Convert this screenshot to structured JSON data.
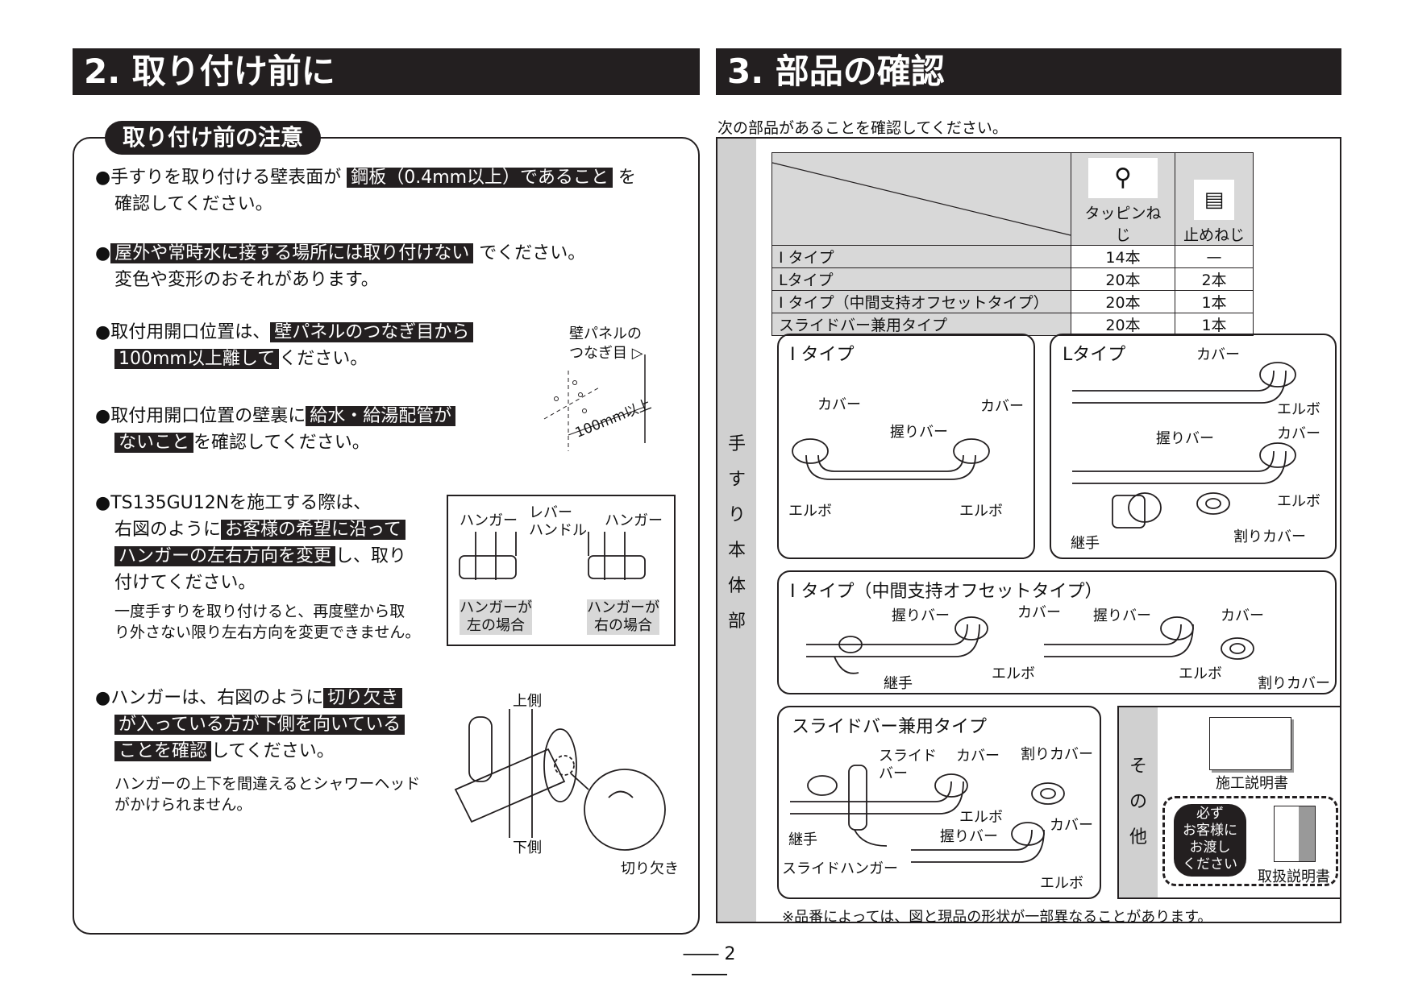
{
  "left": {
    "section_title": "2. 取り付け前に",
    "notice_tab": "取り付け前の注意",
    "b1": {
      "t1": "●手すりを取り付ける壁表面が",
      "hl": "鋼板（0.4mm以上）であること",
      "t2": "を",
      "t3": "確認してください。"
    },
    "b2": {
      "hl": "屋外や常時水に接する場所には取り付けない",
      "t1": "でください。",
      "t2": "変色や変形のおそれがあります。"
    },
    "b3": {
      "t1": "●取付用開口位置は、",
      "hl1": "壁パネルのつなぎ目から",
      "hl2": "100mm以上離して",
      "t2": "ください。",
      "fig_label1": "壁パネルの",
      "fig_label2": "つなぎ目",
      "fig_dim": "100mm以上"
    },
    "b4": {
      "t1": "●取付用開口位置の壁裏に",
      "hl1": "給水・給湯配管が",
      "hl2": "ないこと",
      "t2": "を確認してください。"
    },
    "b5": {
      "t1": "●TS135GU12Nを施工する際は、",
      "t2": "右図のように",
      "hl1": "お客様の希望に沿って",
      "hl2": "ハンガーの左右方向を変更",
      "t3": "し、取り",
      "t4": "付けてください。",
      "note1": "一度手すりを取り付けると、再度壁から取",
      "note2": "り外さない限り左右方向を変更できません。",
      "fig": {
        "hanger": "ハンガー",
        "lever1": "レバー",
        "lever2": "ハンドル",
        "cap_l1": "ハンガーが",
        "cap_l2": "左の場合",
        "cap_r1": "ハンガーが",
        "cap_r2": "右の場合"
      }
    },
    "b6": {
      "t1": "●ハンガーは、右図のように",
      "hl1": "切り欠き",
      "hl2": "が入っている方が下側を向いている",
      "hl3": "ことを確認",
      "t2": "してください。",
      "note1": "ハンガーの上下を間違えるとシャワーヘッド",
      "note2": "がかけられません。",
      "fig": {
        "top": "上側",
        "bottom": "下側",
        "notch": "切り欠き"
      }
    }
  },
  "right": {
    "section_title": "3. 部品の確認",
    "intro": "次の部品があることを確認してください。",
    "side_label": [
      "手",
      "す",
      "り",
      "本",
      "体",
      "部"
    ],
    "other_label": [
      "そ",
      "の",
      "他"
    ],
    "table": {
      "col1": "タッピンねじ",
      "col2": "止めねじ",
      "rows": [
        {
          "name": "I タイプ",
          "c1": "14本",
          "c2": "—"
        },
        {
          "name": "Lタイプ",
          "c1": "20本",
          "c2": "2本"
        },
        {
          "name": "I タイプ（中間支持オフセットタイプ）",
          "c1": "20本",
          "c2": "1本"
        },
        {
          "name": "スライドバー兼用タイプ",
          "c1": "20本",
          "c2": "1本"
        }
      ]
    },
    "i_type": {
      "title": "I タイプ",
      "cover": "カバー",
      "bar": "握りバー",
      "elbow": "エルボ"
    },
    "l_type": {
      "title": "Lタイプ",
      "cover": "カバー",
      "bar": "握りバー",
      "elbow": "エルボ",
      "joint": "継手",
      "split_cover": "割りカバー"
    },
    "offset_type": {
      "title": "I タイプ（中間支持オフセットタイプ）",
      "bar": "握りバー",
      "cover": "カバー",
      "joint": "継手",
      "elbow": "エルボ",
      "split_cover": "割りカバー"
    },
    "slide_type": {
      "title": "スライドバー兼用タイプ",
      "slide1": "スライド",
      "slide2": "バー",
      "cover": "カバー",
      "split_cover": "割りカバー",
      "elbow": "エルボ",
      "bar": "握りバー",
      "joint": "継手",
      "hanger": "スライドハンガー"
    },
    "other": {
      "manual": "施工説明書",
      "must": [
        "必ず",
        "お客様に",
        "お渡し",
        "ください"
      ],
      "user_manual": "取扱説明書"
    },
    "footnote": "※品番によっては、図と現品の形状が一部異なることがあります。"
  },
  "page_number": "2"
}
